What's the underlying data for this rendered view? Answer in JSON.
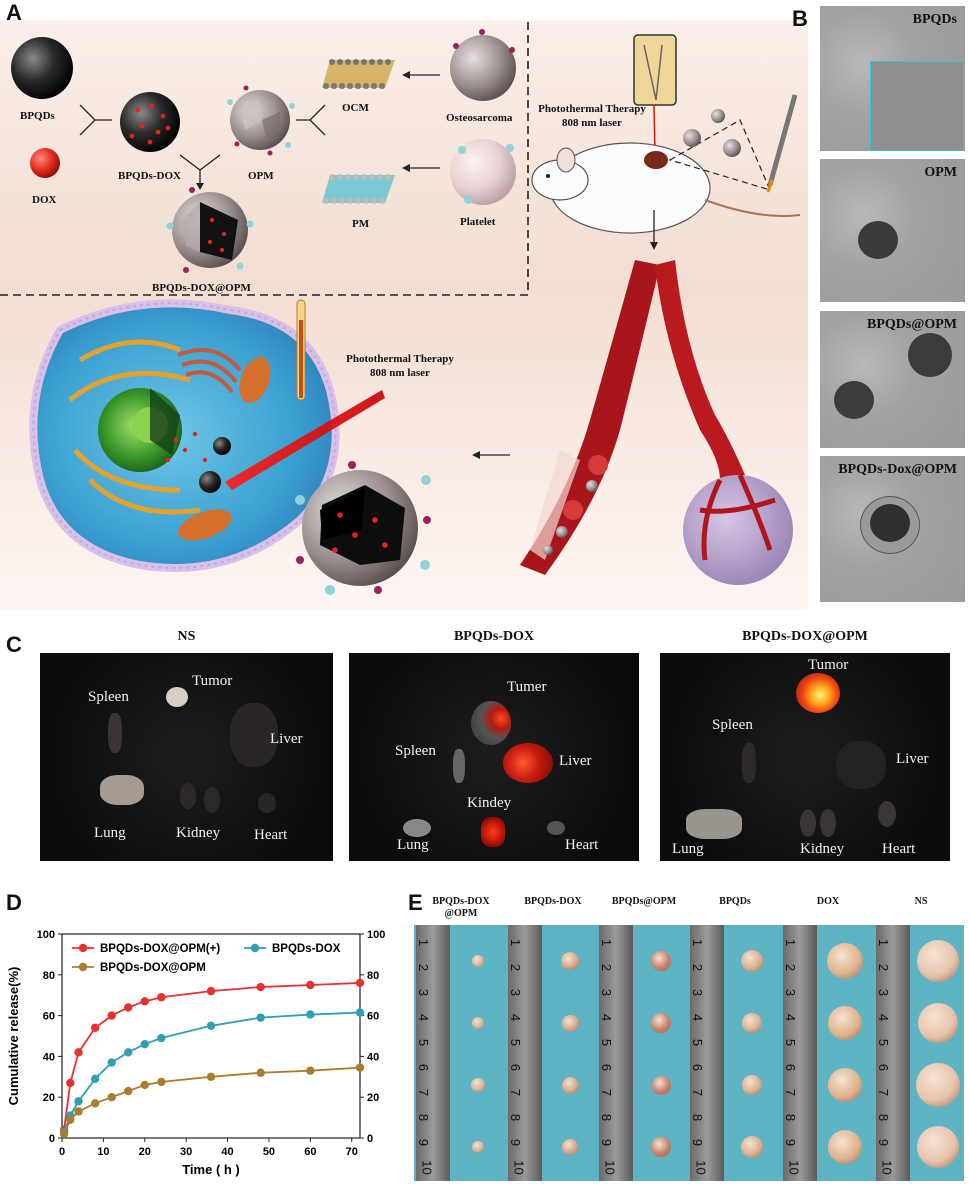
{
  "panel_letters": {
    "a": "A",
    "b": "B",
    "c": "C",
    "d": "D",
    "e": "E"
  },
  "panel_a": {
    "bpqds": "BPQDs",
    "dox": "DOX",
    "bpqds_dox": "BPQDs-DOX",
    "opm": "OPM",
    "ocm": "OCM",
    "pm": "PM",
    "osteosarcoma": "Osteosarcoma",
    "platelet": "Platelet",
    "bpqds_dox_opm": "BPQDs-DOX@OPM",
    "ptt_top_1": "Photothermal Therapy",
    "ptt_top_2": "808 nm laser",
    "ptt_mid_1": "Photothermal Therapy",
    "ptt_mid_2": "808 nm laser"
  },
  "panel_b": {
    "labels": [
      "BPQDs",
      "OPM",
      "BPQDs@OPM",
      "BPQDs-Dox@OPM"
    ]
  },
  "panel_c": {
    "titles": [
      "NS",
      "BPQDs-DOX",
      "BPQDs-DOX@OPM"
    ],
    "ns": {
      "spleen": "Spleen",
      "tumor": "Tumor",
      "liver": "Liver",
      "lung": "Lung",
      "kidney": "Kidney",
      "heart": "Heart"
    },
    "bpqds_dox": {
      "tumor": "Tumer",
      "spleen": "Spleen",
      "liver": "Liver",
      "kidney": "Kindey",
      "lung": "Lung",
      "heart": "Heart"
    },
    "bpqds_dox_opm": {
      "tumor": "Tumor",
      "spleen": "Spleen",
      "liver": "Liver",
      "lung": "Lung",
      "kidney": "Kidney",
      "heart": "Heart"
    }
  },
  "panel_e": {
    "titles": [
      "BPQDs-DOX\n@OPM",
      "BPQDs-DOX",
      "BPQDs@OPM",
      "BPQDs",
      "DOX",
      "NS"
    ],
    "ruler_marks": [
      "1",
      "2",
      "3",
      "4",
      "5",
      "6",
      "7",
      "8",
      "9",
      "10"
    ]
  },
  "chart_data": {
    "type": "line",
    "title": "",
    "xlabel": "Time ( h )",
    "ylabel": "Cumulative release(%)",
    "xlim": [
      0,
      72
    ],
    "ylim": [
      0,
      100
    ],
    "xticks": [
      0,
      10,
      20,
      30,
      40,
      50,
      60,
      70
    ],
    "yticks": [
      0,
      20,
      40,
      60,
      80,
      100
    ],
    "right_axis_ticks": [
      0,
      20,
      40,
      60,
      80,
      100
    ],
    "grid": false,
    "legend_position": "top",
    "series": [
      {
        "name": "BPQDs-DOX@OPM(+)",
        "color": "#e8302f",
        "x": [
          0.5,
          2,
          4,
          8,
          12,
          16,
          20,
          24,
          36,
          48,
          60,
          72
        ],
        "y": [
          4,
          27,
          42,
          54,
          60,
          64,
          67,
          69,
          72,
          74,
          75,
          76
        ]
      },
      {
        "name": "BPQDs-DOX",
        "color": "#2f9fb3",
        "x": [
          0.5,
          2,
          4,
          8,
          12,
          16,
          20,
          24,
          36,
          48,
          60,
          72
        ],
        "y": [
          3,
          11,
          18,
          29,
          37,
          42,
          46,
          49,
          55,
          59,
          60.5,
          61.5
        ]
      },
      {
        "name": "BPQDs-DOX@OPM",
        "color": "#a87d2e",
        "x": [
          0.5,
          2,
          4,
          8,
          12,
          16,
          20,
          24,
          36,
          48,
          60,
          72
        ],
        "y": [
          2,
          9,
          13,
          17,
          20,
          23,
          26,
          27.5,
          30,
          32,
          33,
          34.5
        ]
      }
    ]
  }
}
